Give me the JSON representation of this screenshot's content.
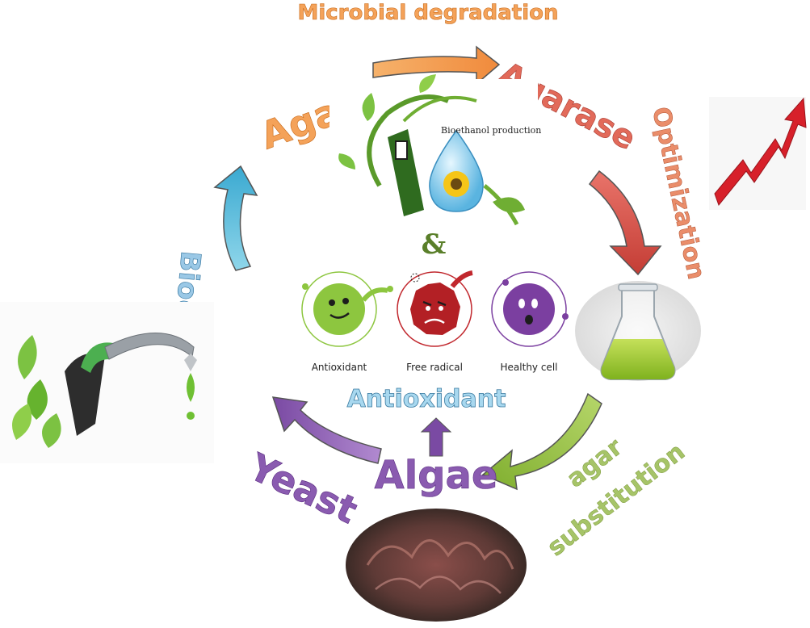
{
  "labels": {
    "top_process": "Microbial degradation",
    "agar": "Agar",
    "agarase": "Agarase",
    "optimization": "Optimization",
    "agar_substitution_line1": "agar",
    "agar_substitution_line2": "substitution",
    "algae": "Algae",
    "antioxidant_heading": "Antioxidant",
    "yeast": "Yeast",
    "bioethanol": "Bioethanol",
    "ampersand": "&",
    "bioethanol_production": "Bioethanol production"
  },
  "cells": [
    {
      "label": "Antioxidant",
      "color": "#8dc63f"
    },
    {
      "label": "Free radical",
      "color": "#c1272d"
    },
    {
      "label": "Healthy cell",
      "color": "#7b3fa0"
    }
  ],
  "colors": {
    "orange": "#f4a259",
    "red": "#d9534f",
    "green": "#8cbf3f",
    "purple": "#8a5bb0",
    "blue": "#5bc0de",
    "teal": "#6aa6c9"
  },
  "icons": [
    "fuel-pump-icon",
    "flask-icon",
    "growth-arrow-icon",
    "seaweed-photo",
    "bioethanol-production-logo"
  ]
}
